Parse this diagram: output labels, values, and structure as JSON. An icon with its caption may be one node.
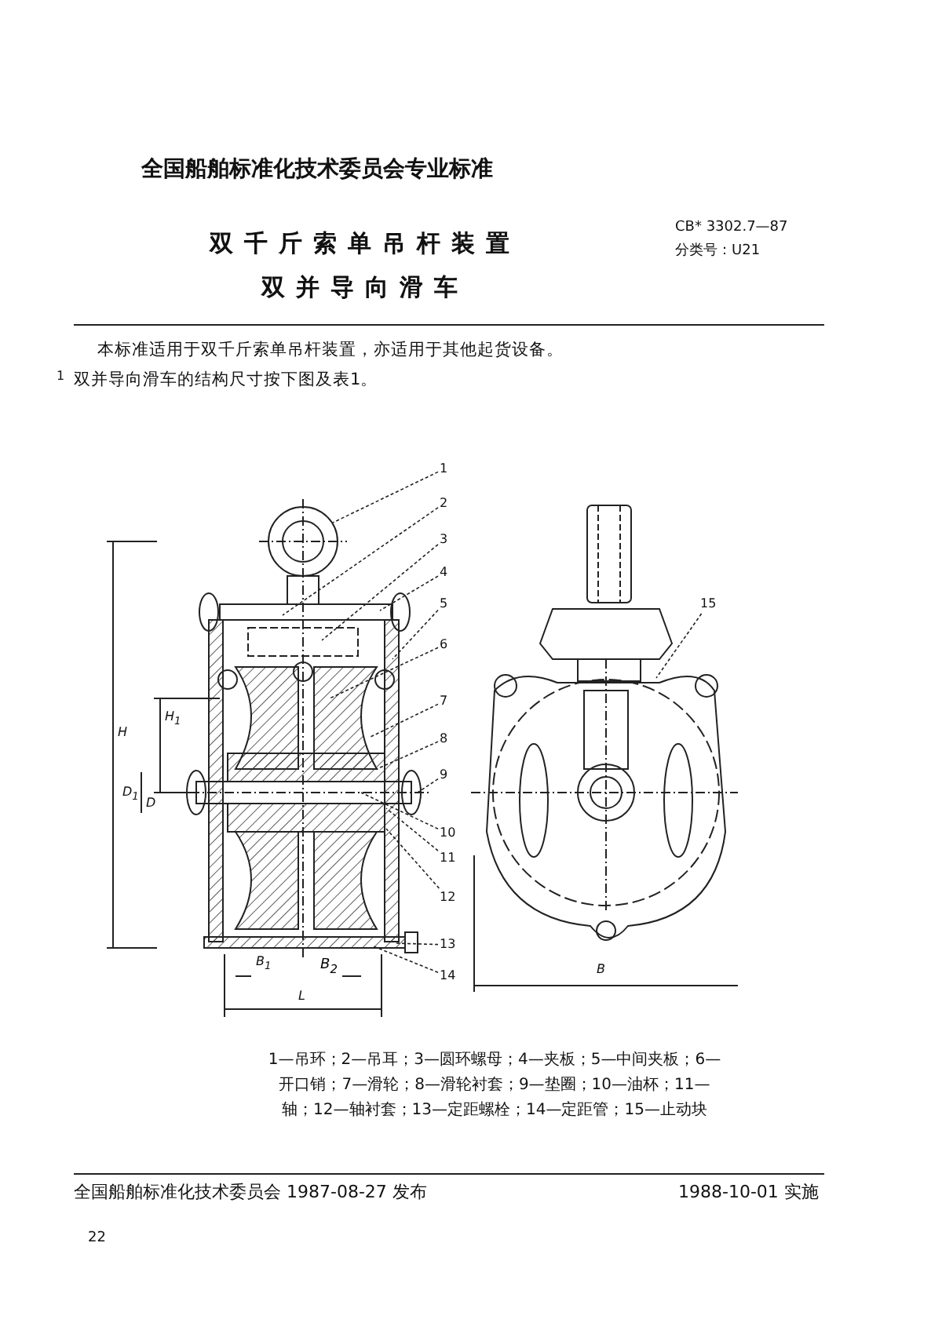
{
  "diagram": {
    "title": "双千斤索单吊杆装置双并导向滑车",
    "caption": "1—吊环；2—吊耳；3—圆环螺母；4—夹板；5—中间夹板；6—开口销；7—滑轮；8—滑轮衬套；9—垫圈；10—油杯；11—轴；12—轴衬套；13—定距螺栓；14—定距管；15—止动块",
    "nodes": [
      {
        "text": [
          "1"
        ]
      },
      {
        "text": [
          "2"
        ]
      },
      {
        "text": [
          "3"
        ]
      },
      {
        "text": [
          "4"
        ]
      },
      {
        "text": [
          "5"
        ]
      },
      {
        "text": [
          "6"
        ]
      },
      {
        "text": [
          "7"
        ]
      },
      {
        "text": [
          "8"
        ]
      },
      {
        "text": [
          "9"
        ]
      },
      {
        "text": [
          "10"
        ]
      },
      {
        "text": [
          "11"
        ]
      },
      {
        "text": [
          "12"
        ]
      },
      {
        "text": [
          "13"
        ]
      },
      {
        "text": [
          "14"
        ]
      },
      {
        "text": [
          "15"
        ]
      }
    ],
    "edges": [
      {
        "from": 0,
        "to": null,
        "arrow": "none"
      },
      {
        "from": 1,
        "to": null,
        "arrow": "none"
      },
      {
        "from": 2,
        "to": null,
        "arrow": "none"
      },
      {
        "from": 3,
        "to": null,
        "arrow": "none"
      },
      {
        "from": 4,
        "to": null,
        "arrow": "none"
      },
      {
        "from": 5,
        "to": null,
        "arrow": "none"
      },
      {
        "from": 6,
        "to": null,
        "arrow": "none"
      },
      {
        "from": 7,
        "to": null,
        "arrow": "none"
      },
      {
        "from": 8,
        "to": null,
        "arrow": "none"
      },
      {
        "from": 9,
        "to": null,
        "arrow": "none"
      },
      {
        "from": 10,
        "to": null,
        "arrow": "none"
      },
      {
        "from": 11,
        "to": null,
        "arrow": "none"
      },
      {
        "from": 12,
        "to": null,
        "arrow": "none"
      },
      {
        "from": 13,
        "to": null,
        "arrow": "none"
      },
      {
        "from": 14,
        "to": null,
        "arrow": "none"
      }
    ],
    "labels": [
      "全国船舶标准化技术委员会专业标准",
      "CB* 3302.7—87",
      "分类号：U21",
      "本标准适用于双千斤索单吊杆装置，亦适用于其他起货设备。双并导向滑车的结构尺寸按下图及表1。",
      "1",
      "H",
      "H$_{1}$",
      "D$_{1}$",
      "D",
      "B$_{1}$",
      "B$_{2}$",
      "L",
      "B",
      "全国船舶标准化技术委员会 1987-08-27 发布",
      "1988-10-01 实施",
      "22"
    ]
  }
}
